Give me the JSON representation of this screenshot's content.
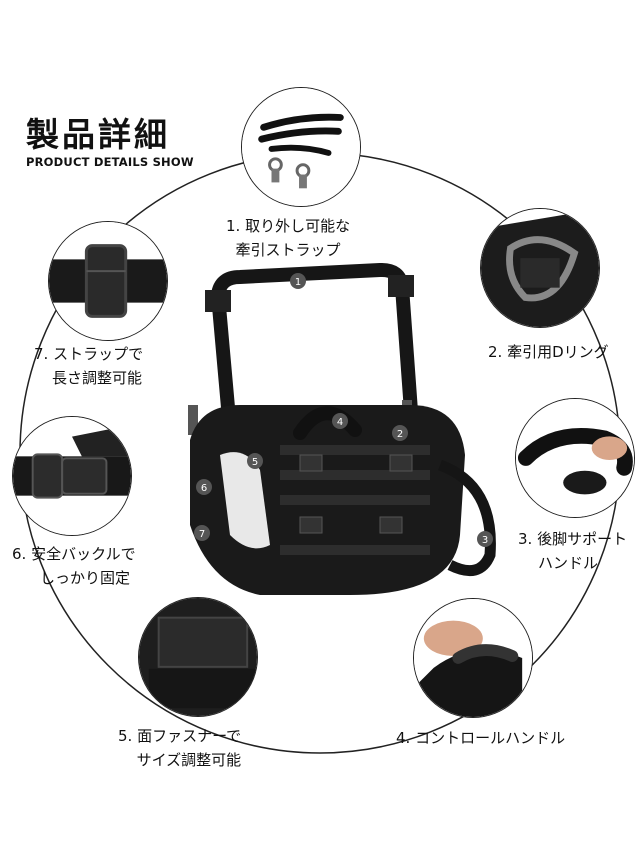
{
  "header": {
    "title_jp": "製品詳細",
    "title_en": "PRODUCT DETAILS SHOW"
  },
  "features": [
    {
      "number": "1",
      "line1": "1. 取り外し可能な",
      "line2": "牽引ストラップ",
      "icon": "leash-strap-icon"
    },
    {
      "number": "2",
      "line1": "2. 牽引用Dリング",
      "line2": "",
      "icon": "d-ring-icon"
    },
    {
      "number": "3",
      "line1": "3. 後脚サポート",
      "line2": "ハンドル",
      "icon": "rear-handle-icon"
    },
    {
      "number": "4",
      "line1": "4. コントロールハンドル",
      "line2": "",
      "icon": "control-handle-icon"
    },
    {
      "number": "5",
      "line1": "5. 面ファスナーで",
      "line2": "サイズ調整可能",
      "icon": "velcro-icon"
    },
    {
      "number": "6",
      "line1": "6. 安全バックルで",
      "line2": "しっかり固定",
      "icon": "buckle-icon"
    },
    {
      "number": "7",
      "line1": "7. ストラップで",
      "line2": "長さ調整可能",
      "icon": "strap-adjuster-icon"
    }
  ],
  "colors": {
    "product": "#1a1a1a",
    "badge": "#555555",
    "ring": "#222222"
  }
}
